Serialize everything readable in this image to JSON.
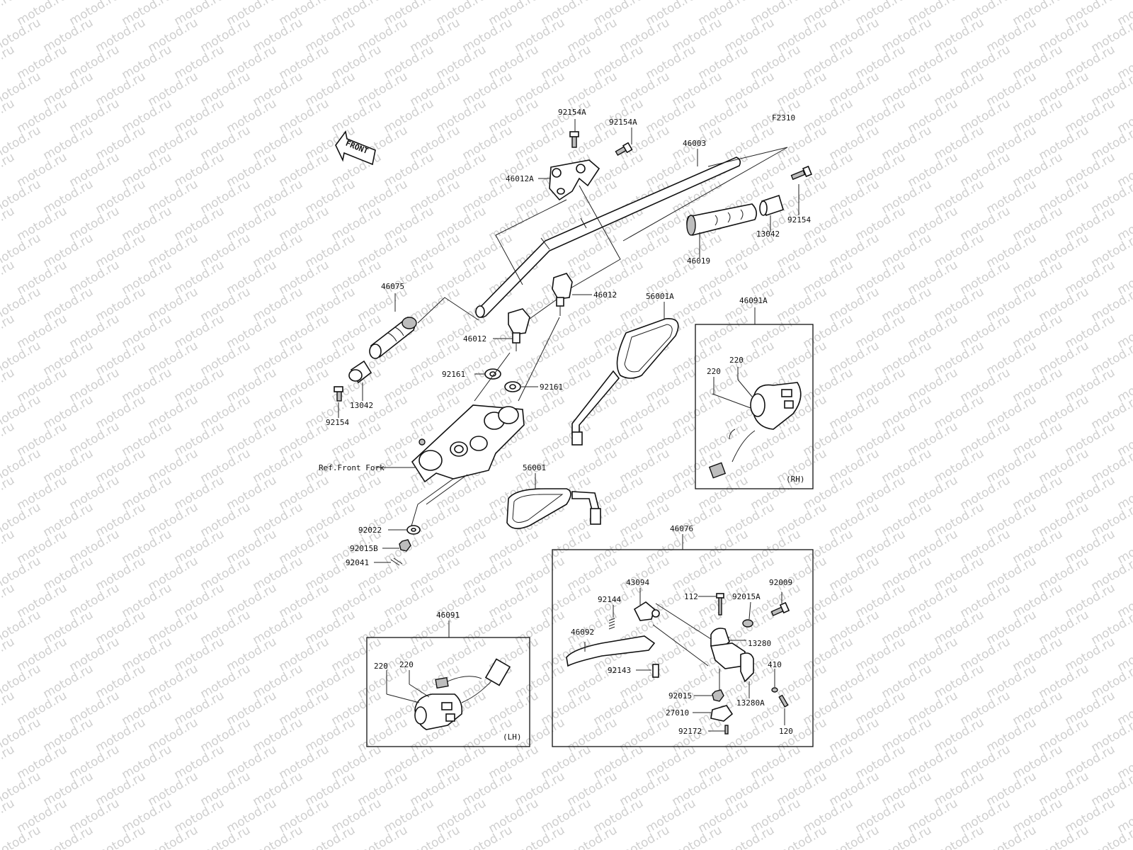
{
  "watermark": "motod.ru",
  "figure_code": "F2310",
  "front_arrow_label": "FRONT",
  "labels": {
    "l92154A_1": "92154A",
    "l92154A_2": "92154A",
    "l46003": "46003",
    "l46012A": "46012A",
    "l92154_r": "92154",
    "l13042_r": "13042",
    "l46019": "46019",
    "l46075": "46075",
    "l46012_1": "46012",
    "l46012_2": "46012",
    "l92161_1": "92161",
    "l92161_2": "92161",
    "l13042_l": "13042",
    "l92154_l": "92154",
    "l56001A": "56001A",
    "l46091A": "46091A",
    "l220_a": "220",
    "l220_b": "220",
    "lRH": "(RH)",
    "lRefFrontFork": "Ref.Front Fork",
    "l56001": "56001",
    "l92022": "92022",
    "l92015B": "92015B",
    "l92041": "92041",
    "l46076": "46076",
    "l43094": "43094",
    "l92144": "92144",
    "l112": "112",
    "l92015A": "92015A",
    "l92009": "92009",
    "l46092": "46092",
    "l13280": "13280",
    "l92143": "92143",
    "l410": "410",
    "l92015": "92015",
    "l13280A": "13280A",
    "l27010": "27010",
    "l120": "120",
    "l92172": "92172",
    "l46091": "46091",
    "l220_c": "220",
    "l220_d": "220",
    "lLH": "(LH)"
  }
}
